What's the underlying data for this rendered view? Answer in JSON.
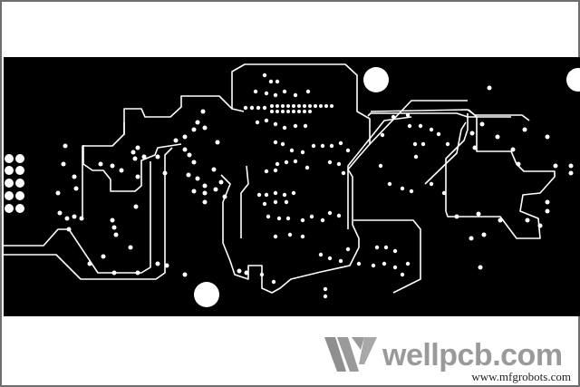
{
  "image": {
    "subject": "pcb-layer",
    "description": "Black PCB copper layer with white traces, vias and mounting holes",
    "colors": {
      "board": "#000000",
      "trace": "#ffffff",
      "background": "#ffffff",
      "frame": "#6e6e6e",
      "watermark": "#9a9a9a"
    }
  },
  "watermark": {
    "brand": "wellpcb.com",
    "url": "www.mfgrobots.com"
  }
}
